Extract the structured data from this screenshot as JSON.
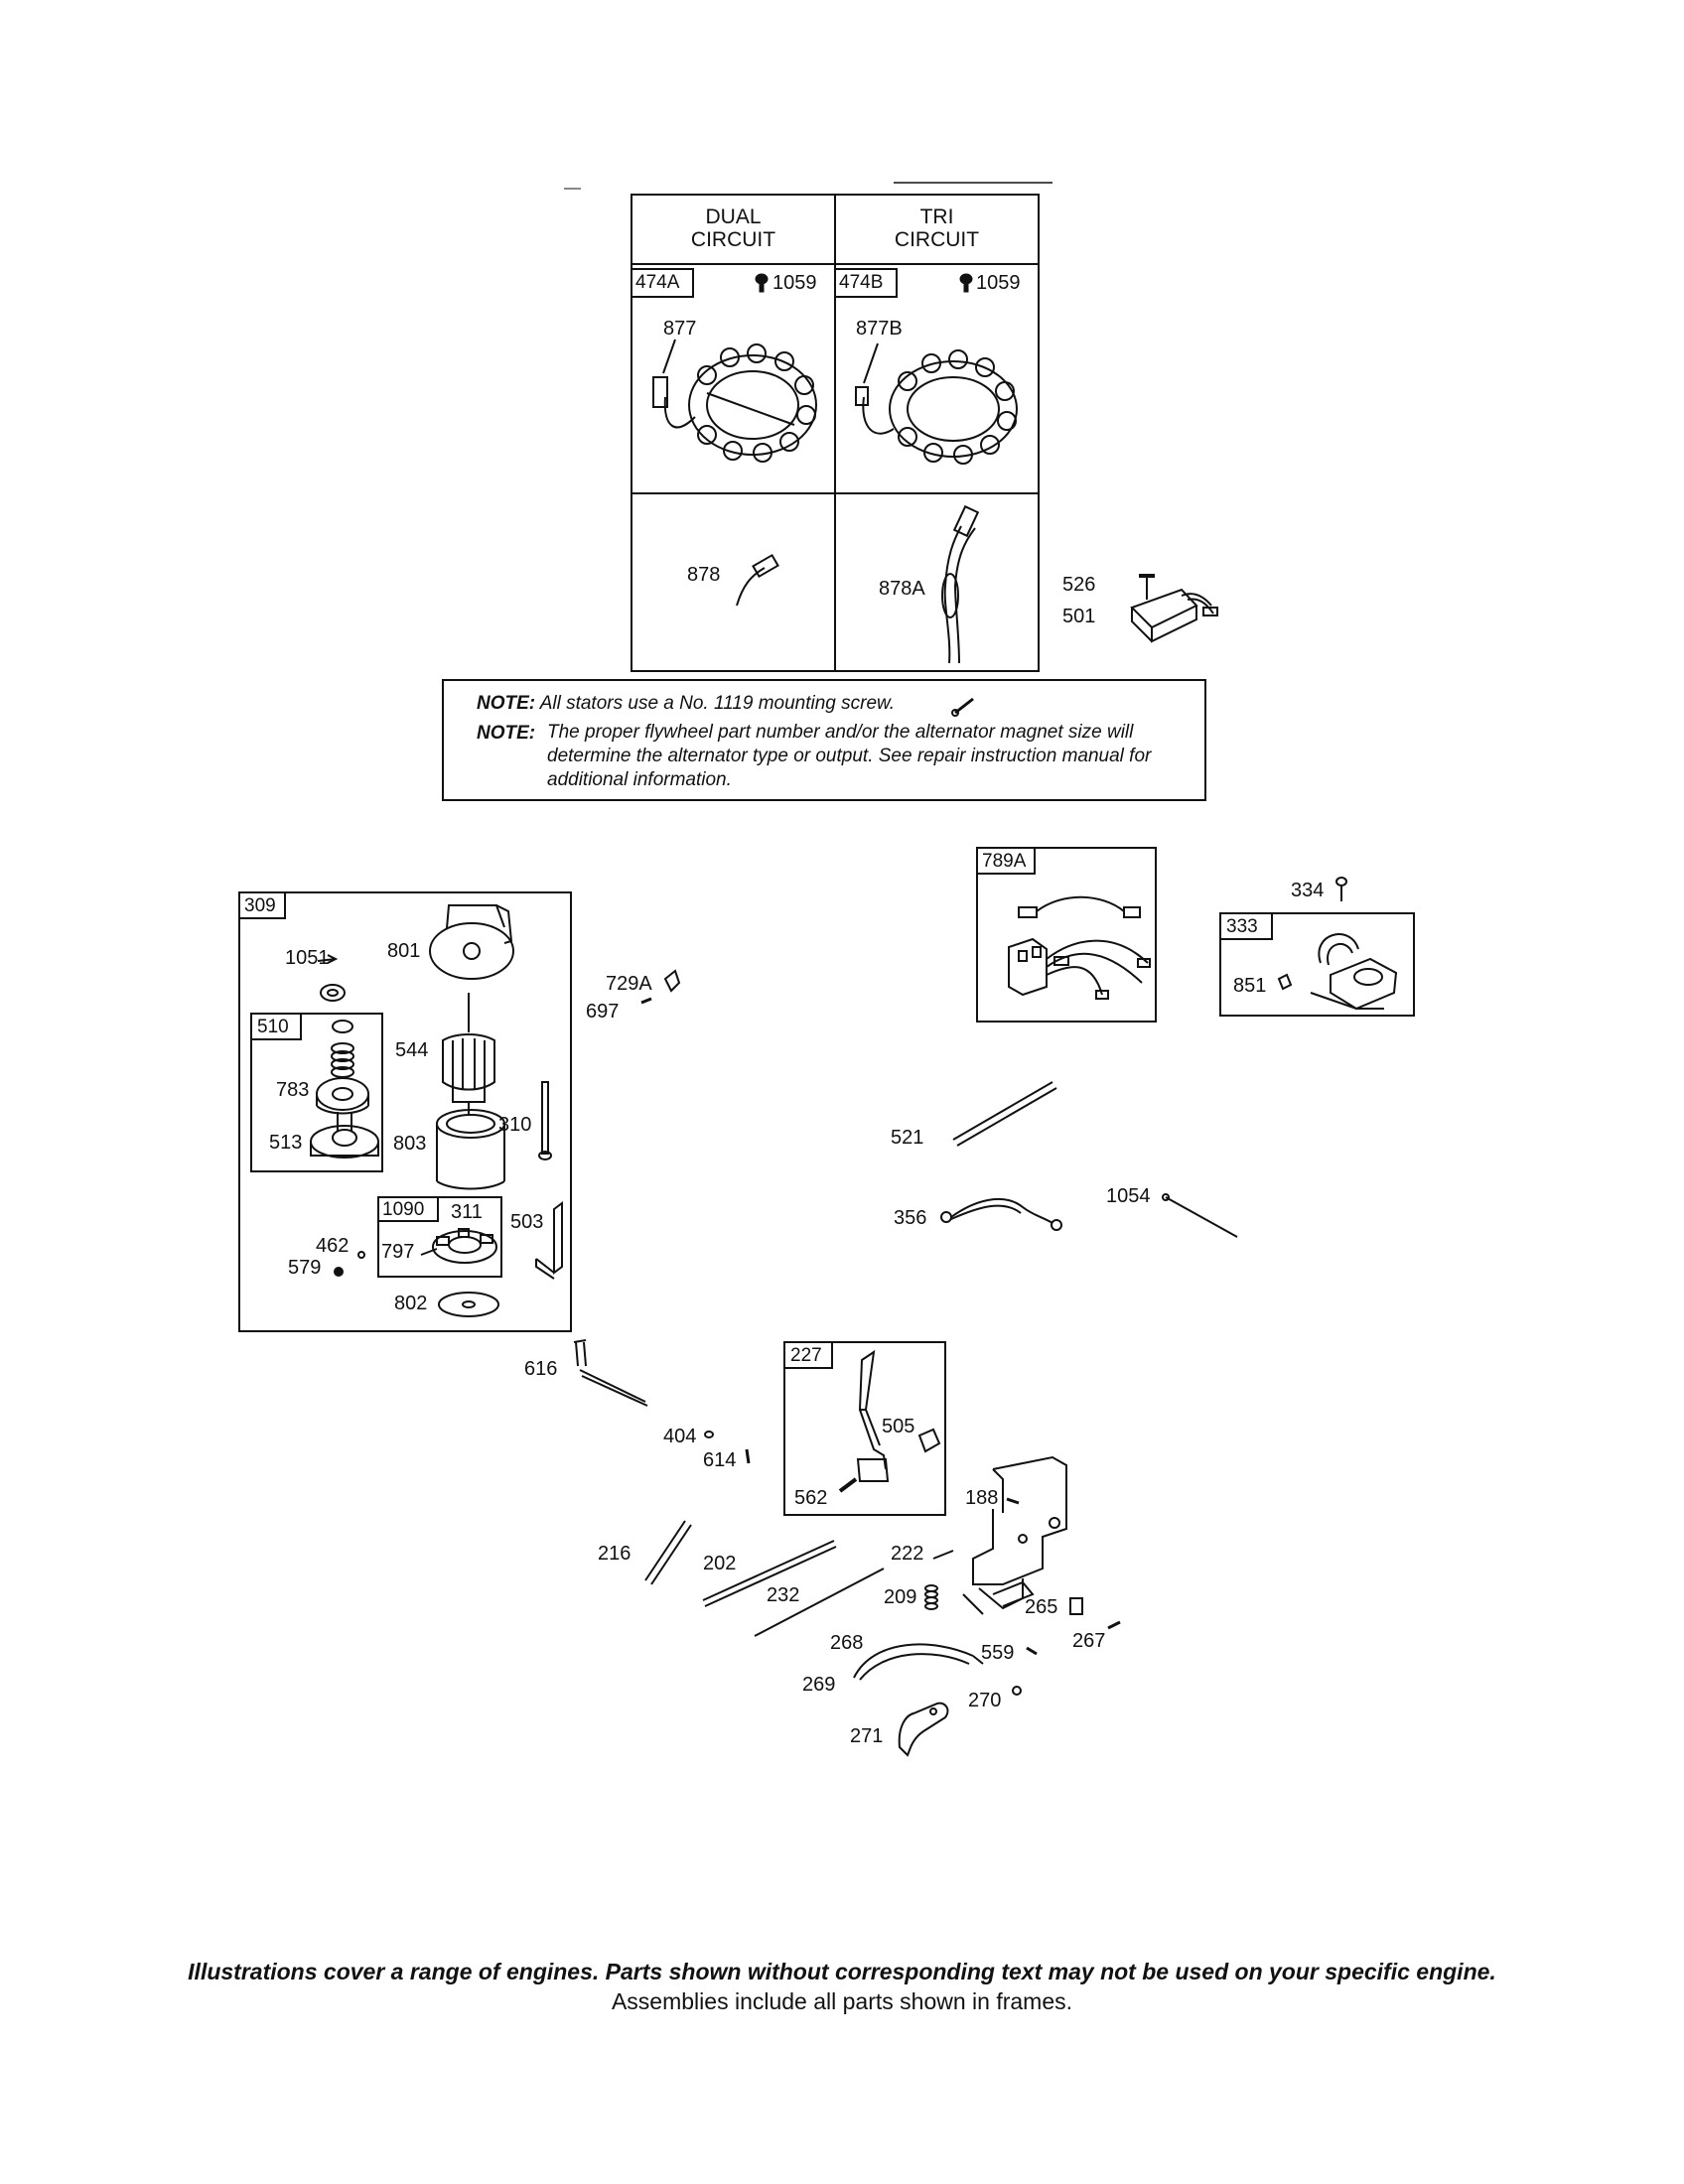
{
  "alternator_table": {
    "col1_header": "DUAL\nCIRCUIT",
    "col2_header": "TRI\nCIRCUIT",
    "frames": [
      "474A",
      "474B"
    ],
    "screw_ref": "1059"
  },
  "notes": {
    "label": "NOTE:",
    "note1": "All stators use a No. 1119 mounting screw.",
    "note2": "The proper flywheel part number and/or the alternator magnet size will determine the alternator type or output. See repair instruction manual for additional information."
  },
  "frames": [
    "309",
    "510",
    "1090",
    "789A",
    "333",
    "227"
  ],
  "parts": {
    "p877": "877",
    "p877B": "877B",
    "p878": "878",
    "p878A": "878A",
    "p526": "526",
    "p501": "501",
    "p1051": "1051",
    "p801": "801",
    "p544": "544",
    "p783": "783",
    "p513": "513",
    "p803": "803",
    "p310": "310",
    "p311": "311",
    "p797": "797",
    "p503": "503",
    "p462": "462",
    "p579": "579",
    "p802": "802",
    "p729A": "729A",
    "p697": "697",
    "p334": "334",
    "p851": "851",
    "p521": "521",
    "p356": "356",
    "p1054": "1054",
    "p616": "616",
    "p404": "404",
    "p614": "614",
    "p505": "505",
    "p562": "562",
    "p188": "188",
    "p216": "216",
    "p202": "202",
    "p222": "222",
    "p232": "232",
    "p209": "209",
    "p265": "265",
    "p267": "267",
    "p268": "268",
    "p559": "559",
    "p269": "269",
    "p270": "270",
    "p271": "271"
  },
  "footer": {
    "line1": "Illustrations cover a range of engines. Parts shown without corresponding text may not be used on your specific engine.",
    "line2": "Assemblies include all parts shown in frames."
  }
}
